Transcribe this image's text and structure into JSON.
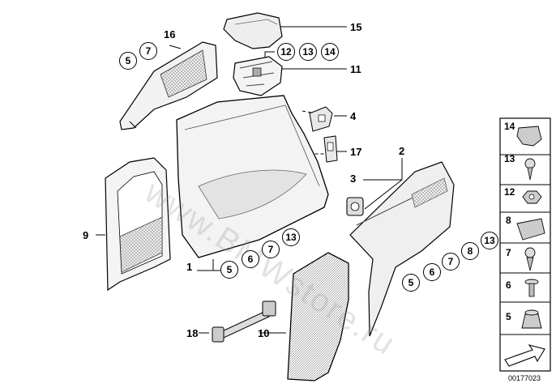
{
  "watermark": "www.BMWstore.ru",
  "document_number": "00177023",
  "callouts": {
    "c1": "1",
    "c2": "2",
    "c3": "3",
    "c4": "4",
    "c9": "9",
    "c10": "10",
    "c11": "11",
    "c15": "15",
    "c16": "16",
    "c17": "17",
    "c18": "18"
  },
  "groups": {
    "g16": [
      "5",
      "7"
    ],
    "g11": [
      "12",
      "13",
      "14"
    ],
    "g1": [
      "5",
      "6",
      "7",
      "13"
    ],
    "g2": [
      "5",
      "6",
      "7",
      "8",
      "13"
    ]
  },
  "side_panel": [
    "14",
    "13",
    "12",
    "8",
    "7",
    "6",
    "5"
  ]
}
